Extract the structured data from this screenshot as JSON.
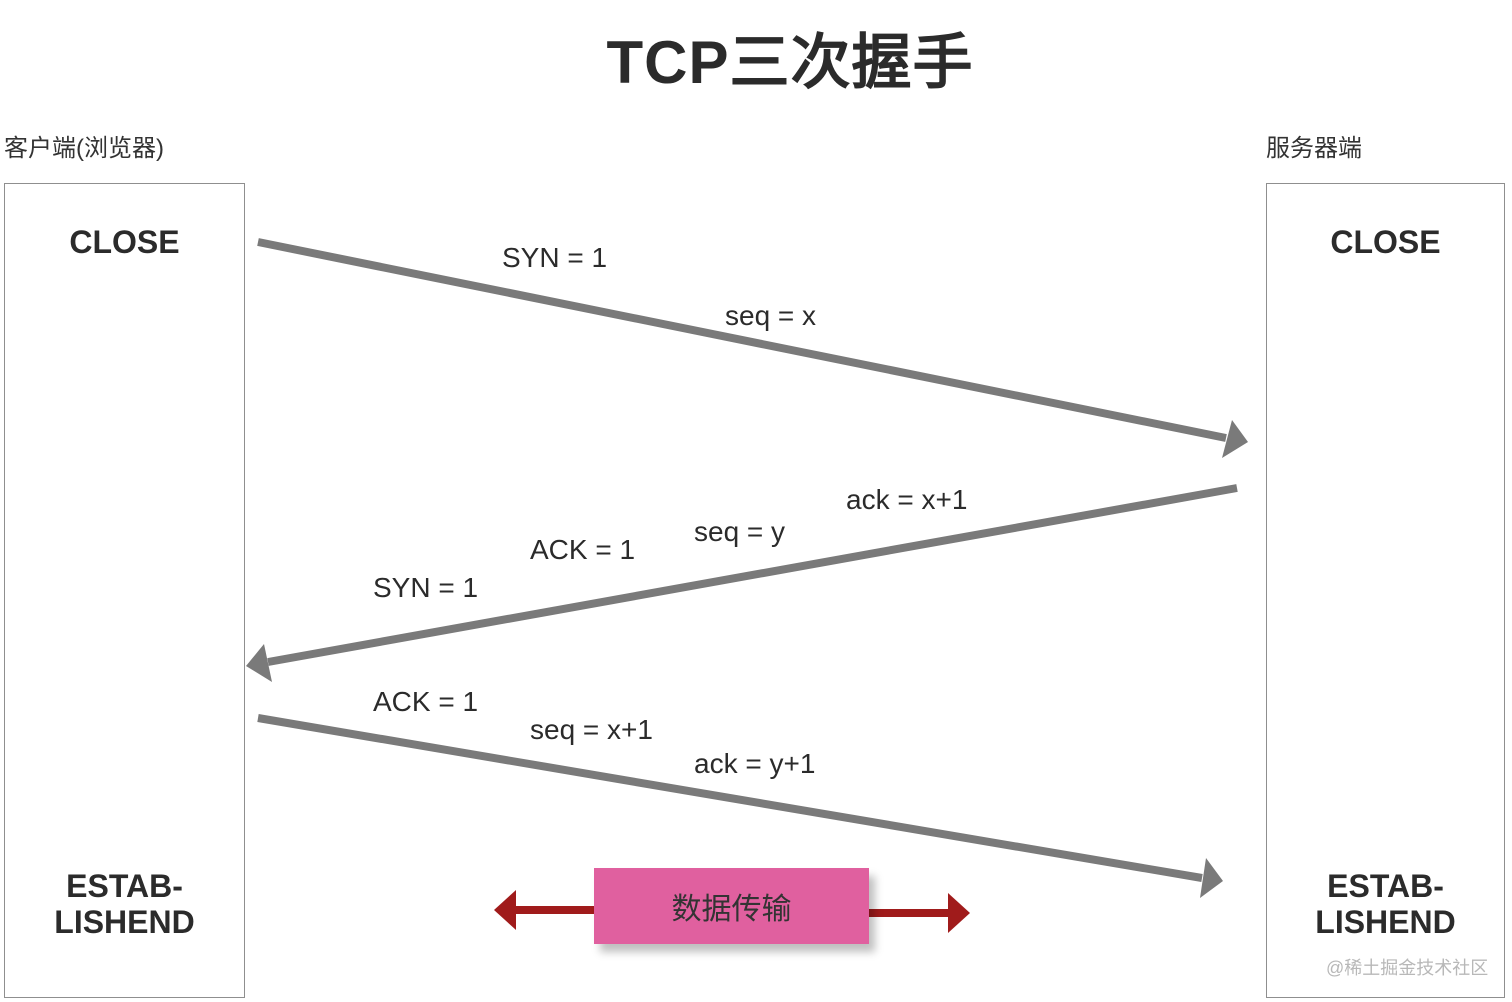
{
  "title": "TCP三次握手",
  "client": {
    "label": "客户端(浏览器)",
    "state_start": "CLOSE",
    "state_end_line1": "ESTAB-",
    "state_end_line2": "LISHEND"
  },
  "server": {
    "label": "服务器端",
    "state_start": "CLOSE",
    "state_end_line1": "ESTAB-",
    "state_end_line2": "LISHEND"
  },
  "messages": [
    {
      "direction": "client-to-server",
      "fields": [
        "SYN = 1",
        "seq = x"
      ]
    },
    {
      "direction": "server-to-client",
      "fields": [
        "ack = x+1",
        "seq = y",
        "ACK = 1",
        "SYN = 1"
      ]
    },
    {
      "direction": "client-to-server",
      "fields": [
        "ACK = 1",
        "seq = x+1",
        "ack = y+1"
      ]
    }
  ],
  "data_transfer": {
    "label": "数据传输"
  },
  "watermark": "@稀土掘金技术社区",
  "colors": {
    "arrow": "#7a7a7a",
    "data_arrow": "#a01b1b",
    "data_box": "#e0609f"
  }
}
